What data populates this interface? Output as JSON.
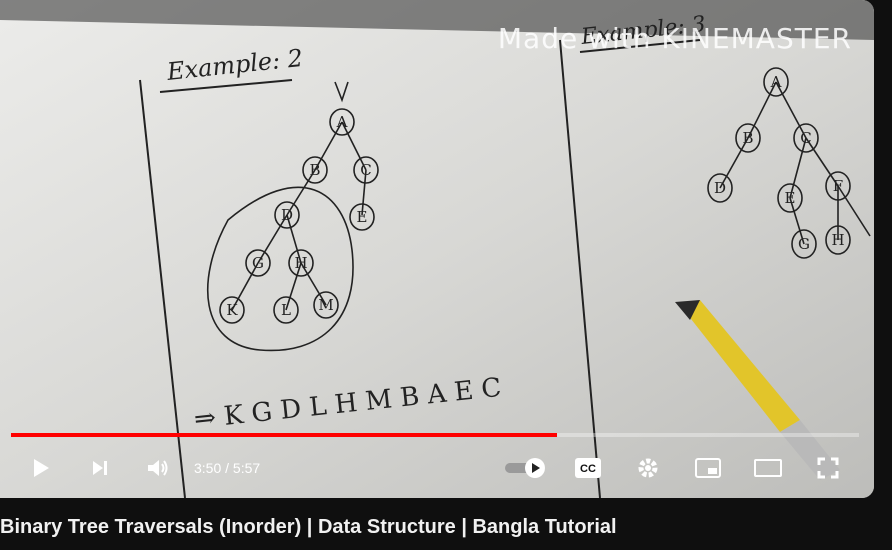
{
  "video": {
    "title": "Binary Tree Traversals (Inorder) | Data Structure | Bangla Tutorial",
    "time_display": "3:50 / 5:57",
    "progress": 0.644,
    "watermark": "Made with KINEMASTER"
  },
  "board": {
    "example2_label": "Example: 2",
    "example3_label": "Example: 3",
    "inorder_result": "⇒ K G D L H M B A E C",
    "tree2_nodes": [
      "A",
      "B",
      "C",
      "D",
      "E",
      "G",
      "H",
      "K",
      "L",
      "M"
    ],
    "tree3_nodes": [
      "A",
      "B",
      "C",
      "D",
      "E",
      "F",
      "G",
      "H"
    ]
  },
  "controls": {
    "play": "play-icon",
    "next": "next-icon",
    "volume": "volume-icon",
    "autoplay": "autoplay-toggle",
    "captions": "CC",
    "settings": "gear-icon",
    "miniplayer": "miniplayer-icon",
    "theater": "theater-icon",
    "fullscreen": "fullscreen-icon"
  },
  "colors": {
    "progress": "#ff0000",
    "background": "#0f0f0f"
  }
}
